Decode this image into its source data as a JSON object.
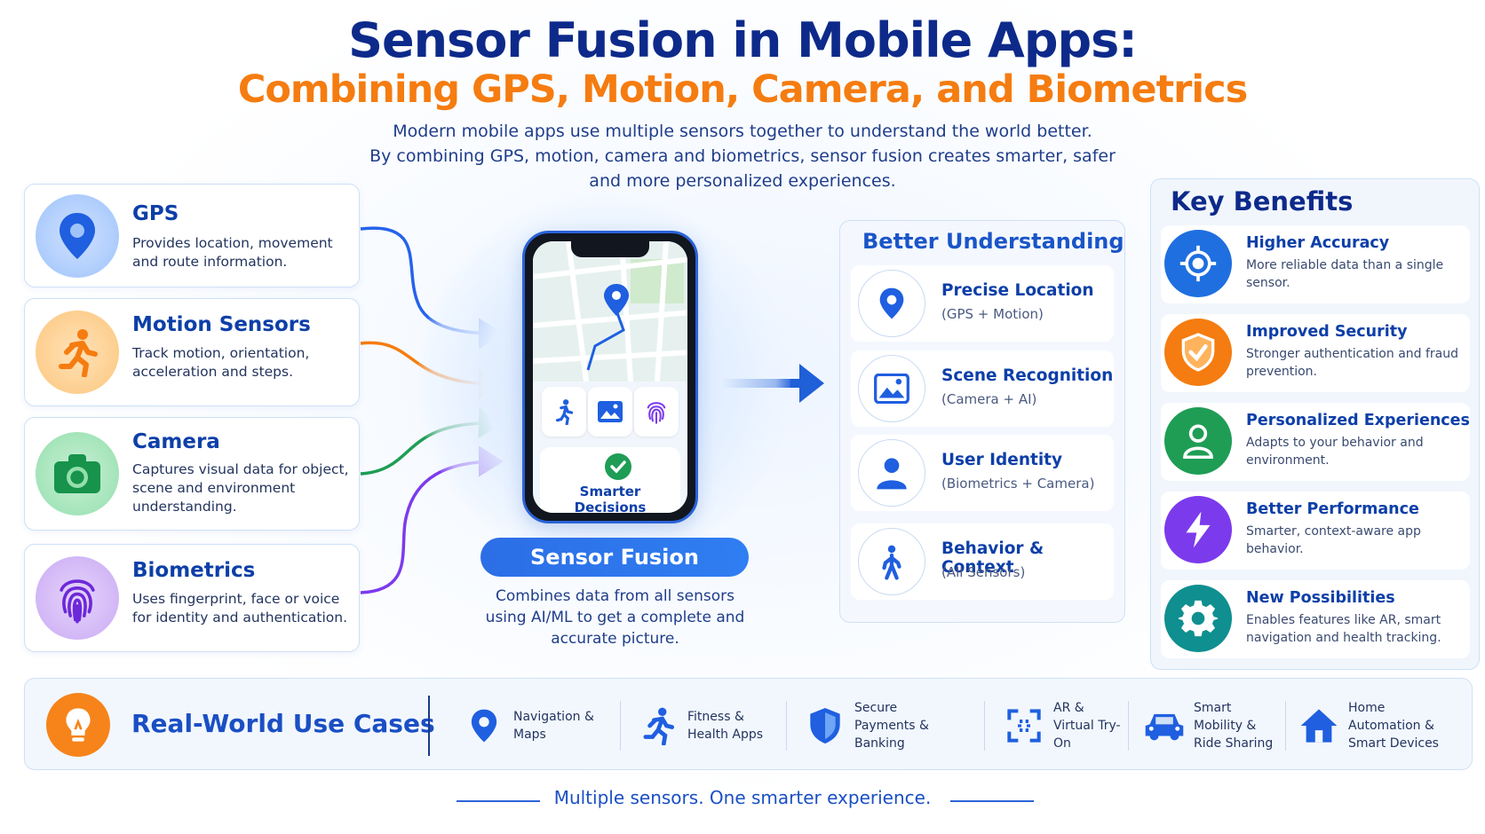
{
  "header": {
    "title": "Sensor Fusion in Mobile Apps:",
    "subtitle": "Combining GPS, Motion, Camera, and Biometrics",
    "intro_line1": "Modern mobile apps use multiple sensors together to understand the world better.",
    "intro_line2": "By combining GPS, motion, camera and biometrics, sensor fusion creates smarter, safer",
    "intro_line3": "and more personalized experiences."
  },
  "sensors": [
    {
      "title": "GPS",
      "desc": "Provides location, movement and route information.",
      "icon": "location-pin-icon",
      "color": "#2563eb"
    },
    {
      "title": "Motion Sensors",
      "desc": "Track motion, orientation, acceleration and steps.",
      "icon": "running-person-icon",
      "color": "#f57c10"
    },
    {
      "title": "Camera",
      "desc": "Captures visual data for object, scene and environment understanding.",
      "icon": "camera-icon",
      "color": "#1f9d55"
    },
    {
      "title": "Biometrics",
      "desc": "Uses fingerprint, face or voice for identity and authentication.",
      "icon": "fingerprint-icon",
      "color": "#7c3aed"
    }
  ],
  "phone": {
    "decision_label_1": "Smarter",
    "decision_label_2": "Decisions"
  },
  "fusion": {
    "label": "Sensor Fusion",
    "desc": "Combines data from all sensors using AI/ML to get a complete and accurate picture."
  },
  "understanding": {
    "title": "Better Understanding",
    "items": [
      {
        "title": "Precise Location",
        "sub": "(GPS + Motion)",
        "icon": "location-pin-icon"
      },
      {
        "title": "Scene Recognition",
        "sub": "(Camera + AI)",
        "icon": "image-icon"
      },
      {
        "title": "User Identity",
        "sub": "(Biometrics + Camera)",
        "icon": "user-icon"
      },
      {
        "title": "Behavior & Context",
        "sub": "(All Sensors)",
        "icon": "walking-person-icon"
      }
    ]
  },
  "benefits": {
    "title": "Key Benefits",
    "items": [
      {
        "title": "Higher Accuracy",
        "desc": "More reliable data than a single sensor.",
        "icon": "crosshair-icon",
        "color": "#1f6fe0"
      },
      {
        "title": "Improved Security",
        "desc": "Stronger authentication and fraud prevention.",
        "icon": "shield-check-icon",
        "color": "#f57c10"
      },
      {
        "title": "Personalized Experiences",
        "desc": "Adapts to your behavior and environment.",
        "icon": "user-icon",
        "color": "#1f9d55"
      },
      {
        "title": "Better Performance",
        "desc": "Smarter, context-aware app behavior.",
        "icon": "lightning-icon",
        "color": "#7c3aed"
      },
      {
        "title": "New Possibilities",
        "desc": "Enables features like AR, smart navigation and health tracking.",
        "icon": "gear-icon",
        "color": "#0f8f8f"
      }
    ]
  },
  "use_cases": {
    "title": "Real-World Use Cases",
    "items": [
      {
        "label": "Navigation & Maps",
        "icon": "location-pin-icon"
      },
      {
        "label": "Fitness & Health Apps",
        "icon": "running-person-icon"
      },
      {
        "label": "Secure Payments & Banking",
        "icon": "shield-icon"
      },
      {
        "label": "AR & Virtual Try-On",
        "icon": "ar-frame-icon"
      },
      {
        "label": "Smart Mobility & Ride Sharing",
        "icon": "car-icon"
      },
      {
        "label": "Home Automation & Smart Devices",
        "icon": "home-icon"
      }
    ]
  },
  "footer": {
    "tagline": "Multiple sensors. One smarter experience."
  }
}
